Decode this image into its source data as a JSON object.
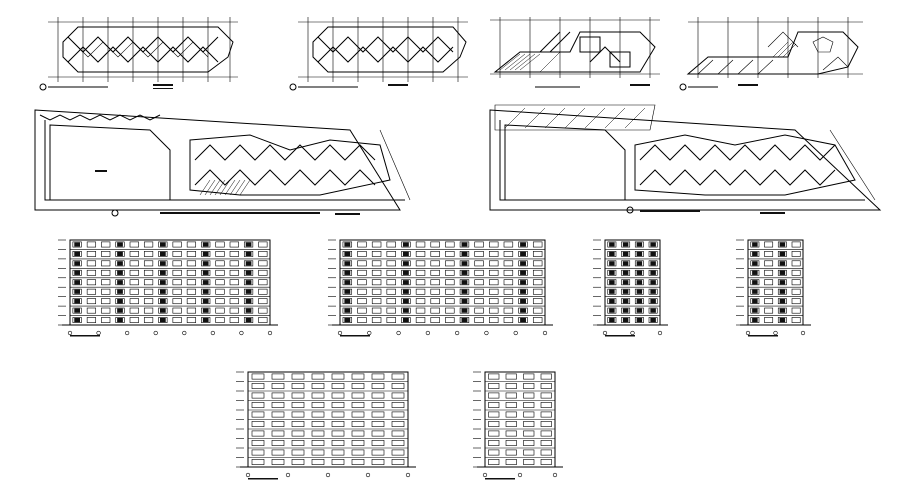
{
  "document": {
    "background": "#ffffff",
    "ink_color": "#000000"
  },
  "sheets": [
    {
      "id": "floor-plan-1",
      "kind": "floor-plan"
    },
    {
      "id": "floor-plan-2",
      "kind": "floor-plan"
    },
    {
      "id": "floor-plan-3",
      "kind": "floor-plan"
    },
    {
      "id": "floor-plan-4",
      "kind": "floor-plan"
    },
    {
      "id": "site-plan-1",
      "kind": "site-plan"
    },
    {
      "id": "site-plan-2",
      "kind": "site-plan"
    },
    {
      "id": "elevation-front",
      "kind": "elevation"
    },
    {
      "id": "elevation-rear",
      "kind": "elevation"
    },
    {
      "id": "elevation-side-1",
      "kind": "elevation"
    },
    {
      "id": "elevation-side-2",
      "kind": "elevation"
    },
    {
      "id": "section-long",
      "kind": "section"
    },
    {
      "id": "section-short",
      "kind": "section"
    }
  ]
}
